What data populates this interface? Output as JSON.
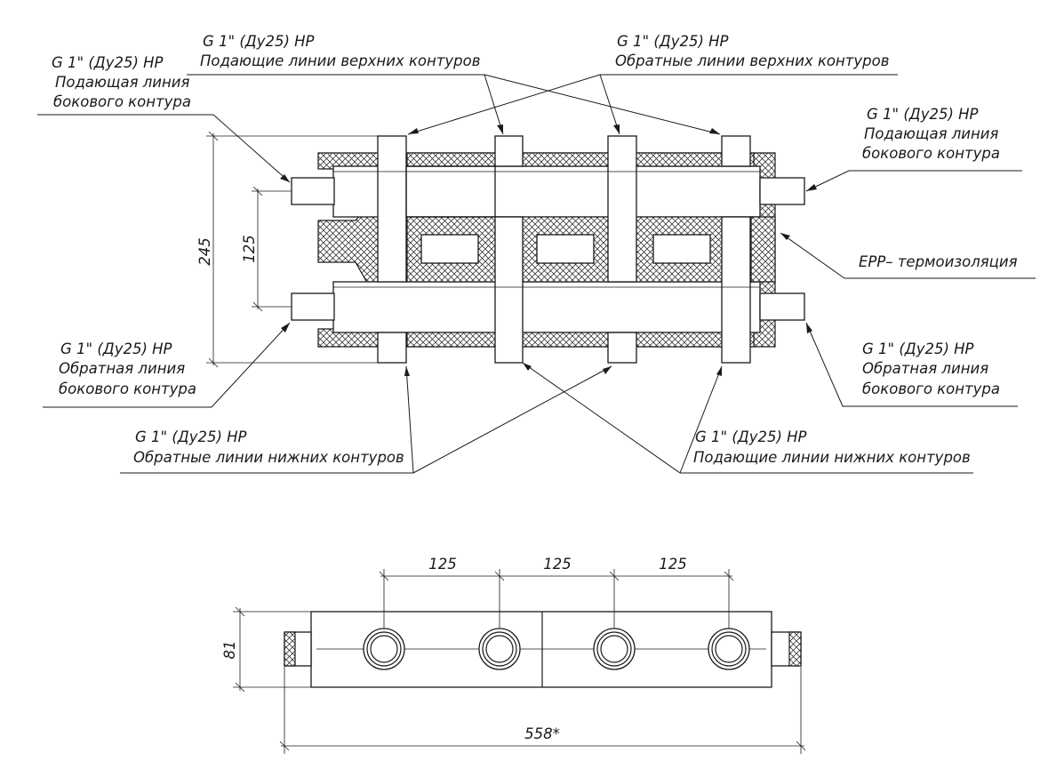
{
  "callouts": {
    "side_supply_left": {
      "spec": "G 1\" (Ду25) НР",
      "text1": "Подающая линия",
      "text2": "бокового контура"
    },
    "upper_supply": {
      "spec": "G 1\" (Ду25) НР",
      "text1": "Подающие линии верхних контуров"
    },
    "upper_return": {
      "spec": "G 1\" (Ду25) НР",
      "text1": "Обратные линии верхних контуров"
    },
    "side_supply_right": {
      "spec": "G 1\" (Ду25) НР",
      "text1": "Подающая линия",
      "text2": "бокового контура"
    },
    "insulation": {
      "text1": "EPP– термоизоляция"
    },
    "side_return_left": {
      "spec": "G 1\" (Ду25) НР",
      "text1": "Обратная линия",
      "text2": "бокового контура"
    },
    "side_return_right": {
      "spec": "G 1\" (Ду25) НР",
      "text1": "Обратная линия",
      "text2": "бокового контура"
    },
    "lower_return": {
      "spec": "G 1\" (Ду25) НР",
      "text1": "Обратные линии нижних контуров"
    },
    "lower_supply": {
      "spec": "G 1\" (Ду25) НР",
      "text1": "Подающие линии нижних контуров"
    }
  },
  "dimensions": {
    "height_total": "245",
    "pipe_spacing": "125",
    "top_spacing_1": "125",
    "top_spacing_2": "125",
    "top_spacing_3": "125",
    "depth": "81",
    "length": "558*"
  }
}
